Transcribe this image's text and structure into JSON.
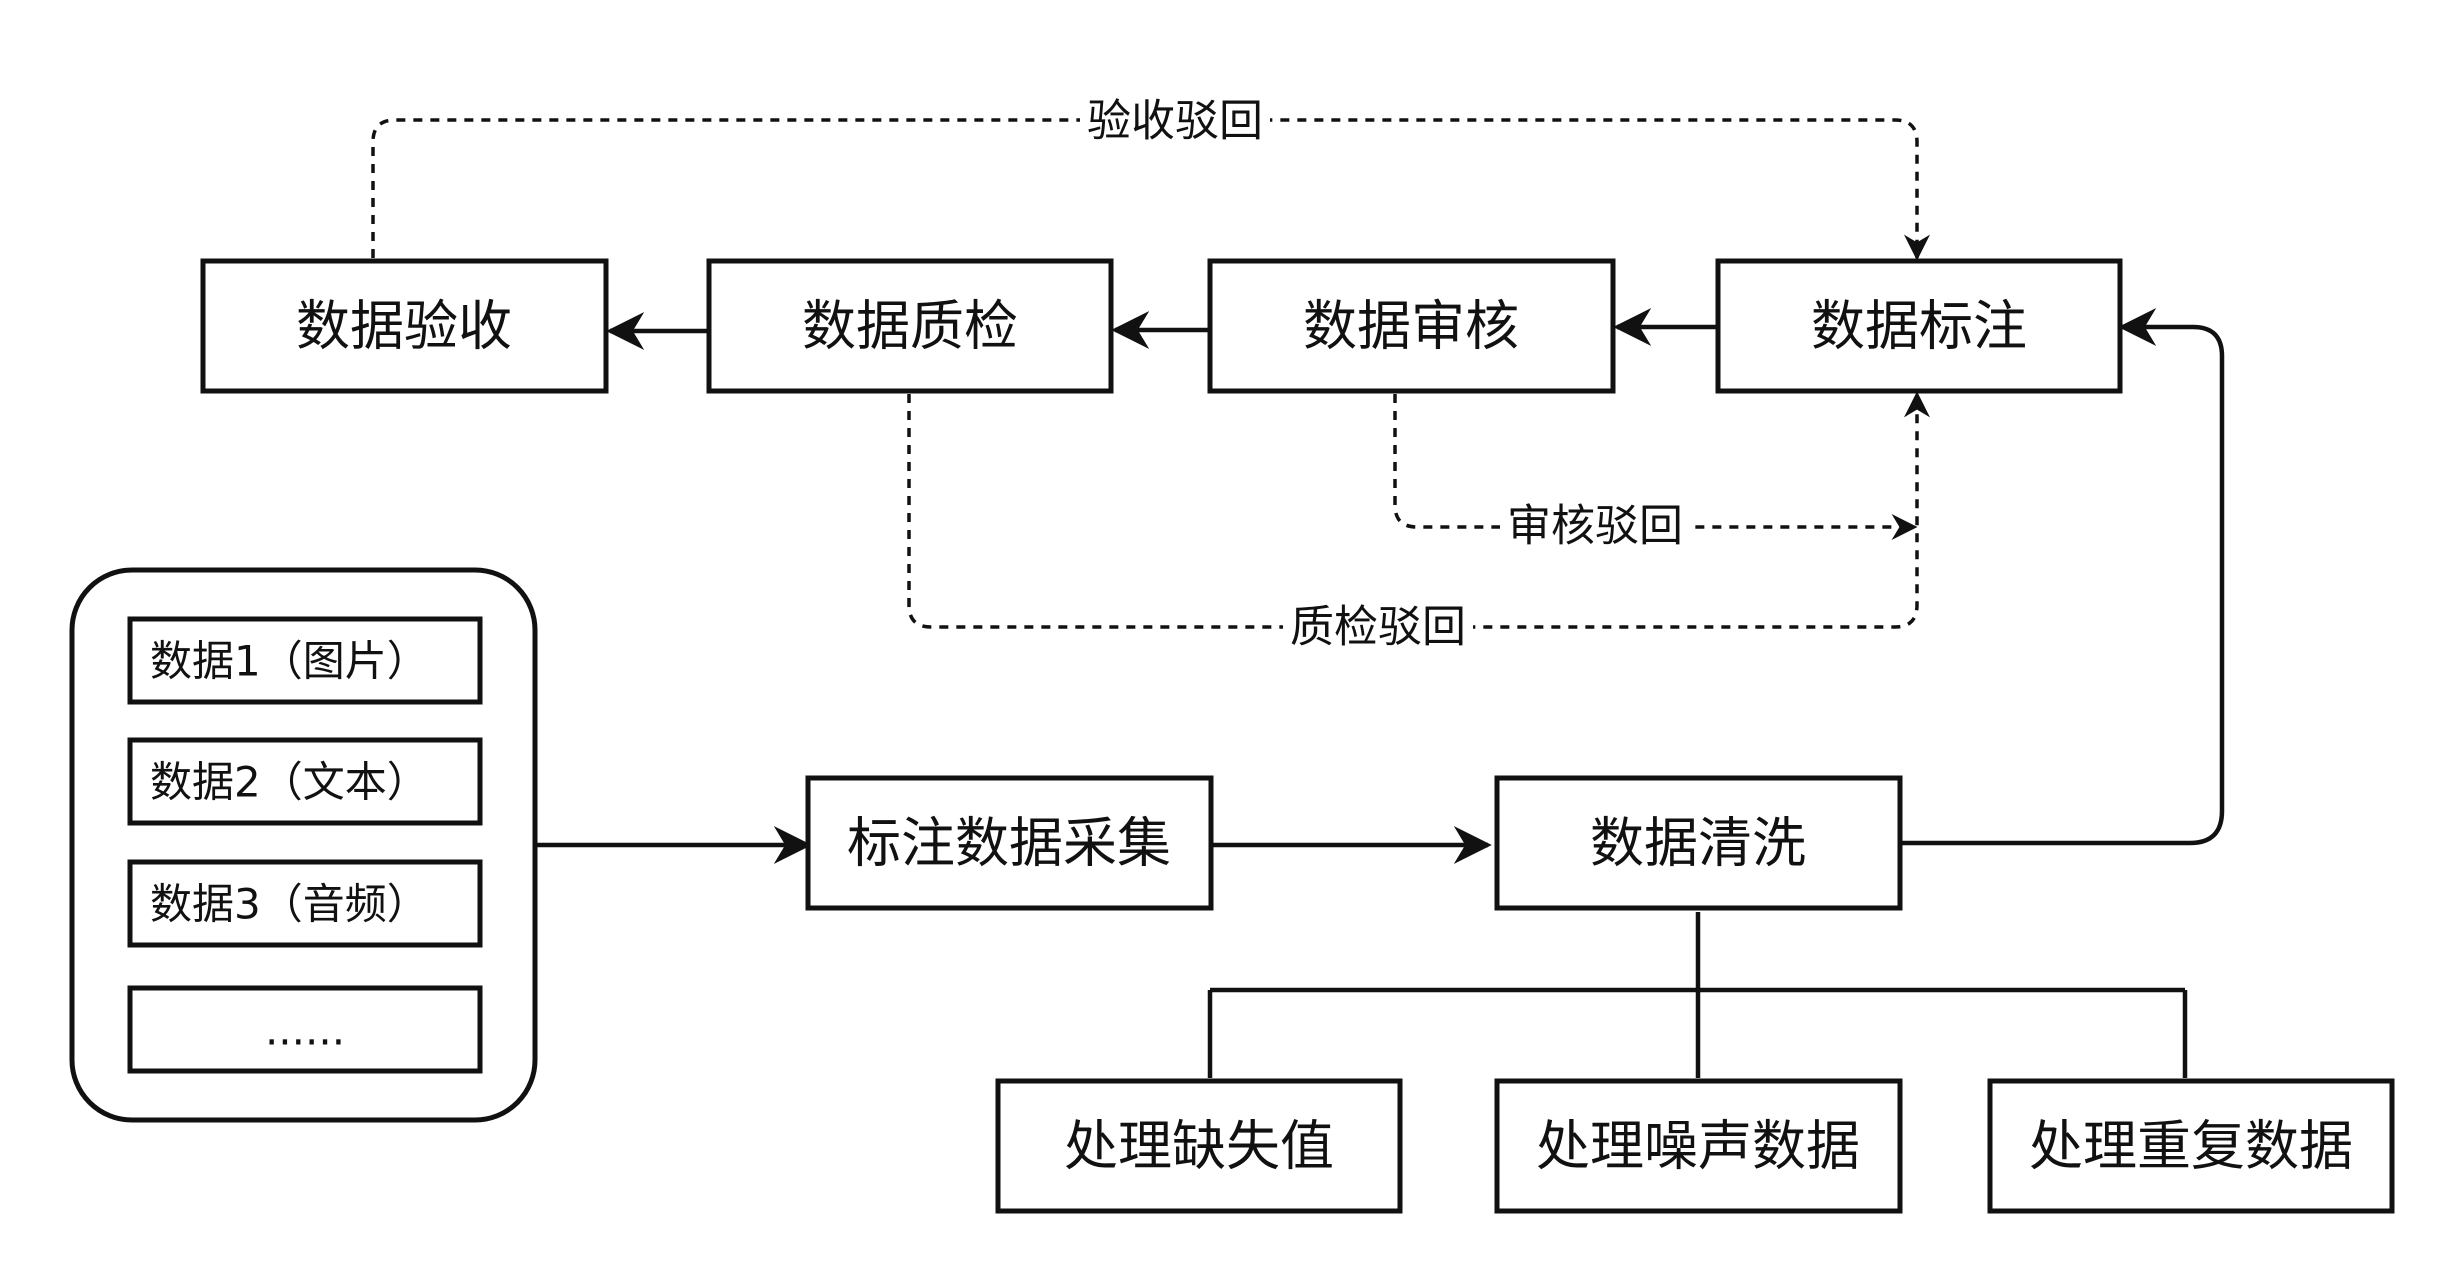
{
  "nodes": {
    "acceptance": "数据验收",
    "quality_check": "数据质检",
    "review": "数据审核",
    "annotation": "数据标注",
    "collection": "标注数据采集",
    "cleaning": "数据清洗",
    "missing_values": "处理缺失值",
    "noise": "处理噪声数据",
    "duplicates": "处理重复数据"
  },
  "sources": [
    "数据1（图片）",
    "数据2（文本）",
    "数据3（音频）",
    "......"
  ],
  "edge_labels": {
    "acceptance_reject": "验收驳回",
    "review_reject": "审核驳回",
    "quality_reject": "质检驳回"
  }
}
